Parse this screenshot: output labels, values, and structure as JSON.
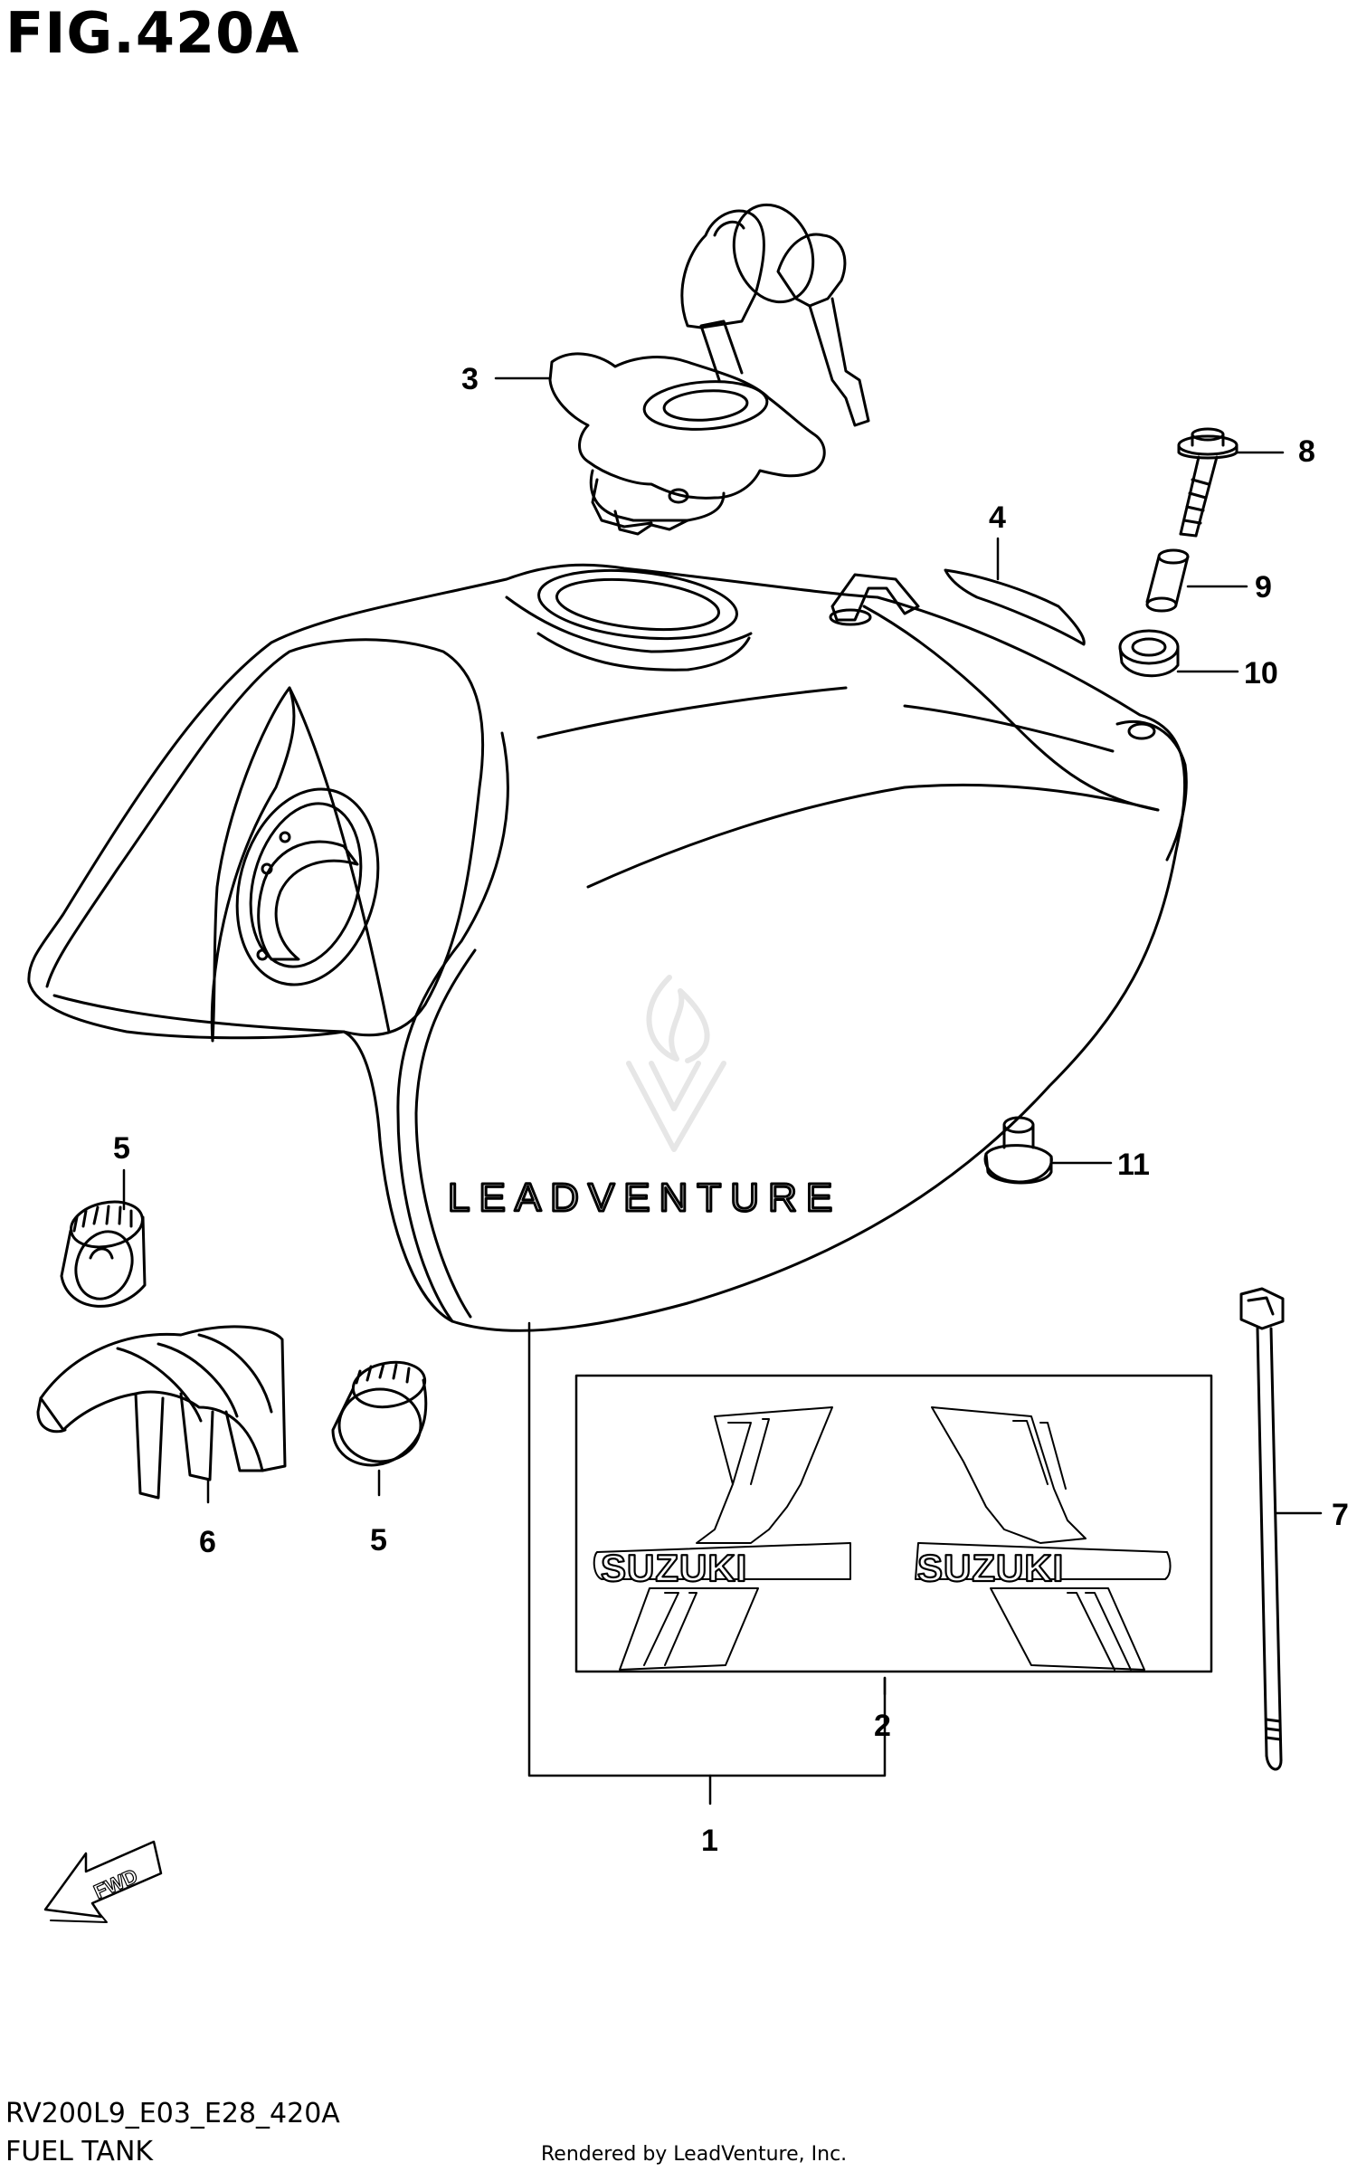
{
  "figure": {
    "title": "FIG.420A",
    "code": "RV200L9_E03_E28_420A",
    "name": "FUEL TANK",
    "rendered_by": "Rendered by LeadVenture, Inc."
  },
  "watermark": "LEADVENTURE",
  "decal_text": [
    "SUZUKI",
    "SUZUKI"
  ],
  "direction_arrow": "FWD",
  "callouts": [
    {
      "id": "callout-1",
      "label": "1",
      "part": "fuel-tank"
    },
    {
      "id": "callout-2",
      "label": "2",
      "part": "tank-emblem-set"
    },
    {
      "id": "callout-3",
      "label": "3",
      "part": "fuel-cap-with-keys"
    },
    {
      "id": "callout-4",
      "label": "4",
      "part": "rubber-pad"
    },
    {
      "id": "callout-5a",
      "label": "5",
      "part": "cushion-upper"
    },
    {
      "id": "callout-5b",
      "label": "5",
      "part": "cushion-lower"
    },
    {
      "id": "callout-6",
      "label": "6",
      "part": "rear-cushion"
    },
    {
      "id": "callout-7",
      "label": "7",
      "part": "cable-tie"
    },
    {
      "id": "callout-8",
      "label": "8",
      "part": "bolt"
    },
    {
      "id": "callout-9",
      "label": "9",
      "part": "spacer"
    },
    {
      "id": "callout-10",
      "label": "10",
      "part": "grommet"
    },
    {
      "id": "callout-11",
      "label": "11",
      "part": "front-cushion"
    }
  ]
}
